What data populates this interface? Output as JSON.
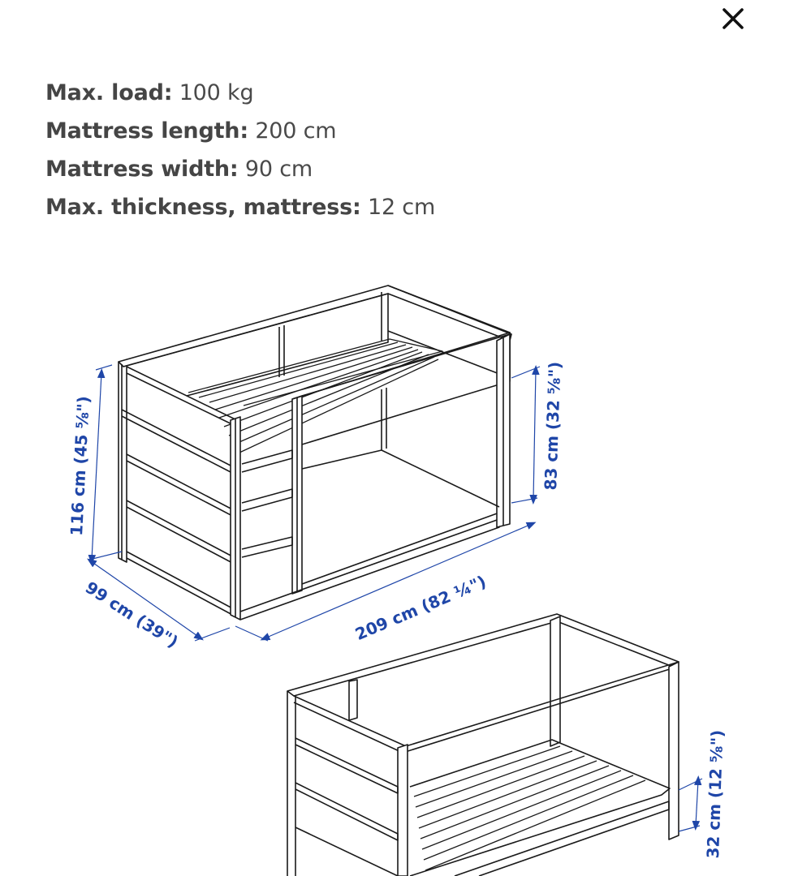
{
  "header": {
    "close_icon": "close-icon"
  },
  "specs": [
    {
      "label": "Max. load:",
      "value": "100 kg"
    },
    {
      "label": "Mattress length:",
      "value": "200 cm"
    },
    {
      "label": "Mattress width:",
      "value": "90 cm"
    },
    {
      "label": "Max. thickness, mattress:",
      "value": "12 cm"
    }
  ],
  "diagram": {
    "loft_bed": {
      "height": "116 cm (45 ⅝\")",
      "underside_clearance": "83 cm (32 ⅝\")",
      "width": "99 cm (39\")",
      "length": "209 cm (82 ¼\")"
    },
    "low_bed": {
      "base_height": "32 cm (12 ⅝\")"
    }
  },
  "colors": {
    "text": "#484848",
    "dimension_blue": "#1f46a8",
    "line": "#1a1a1a"
  }
}
